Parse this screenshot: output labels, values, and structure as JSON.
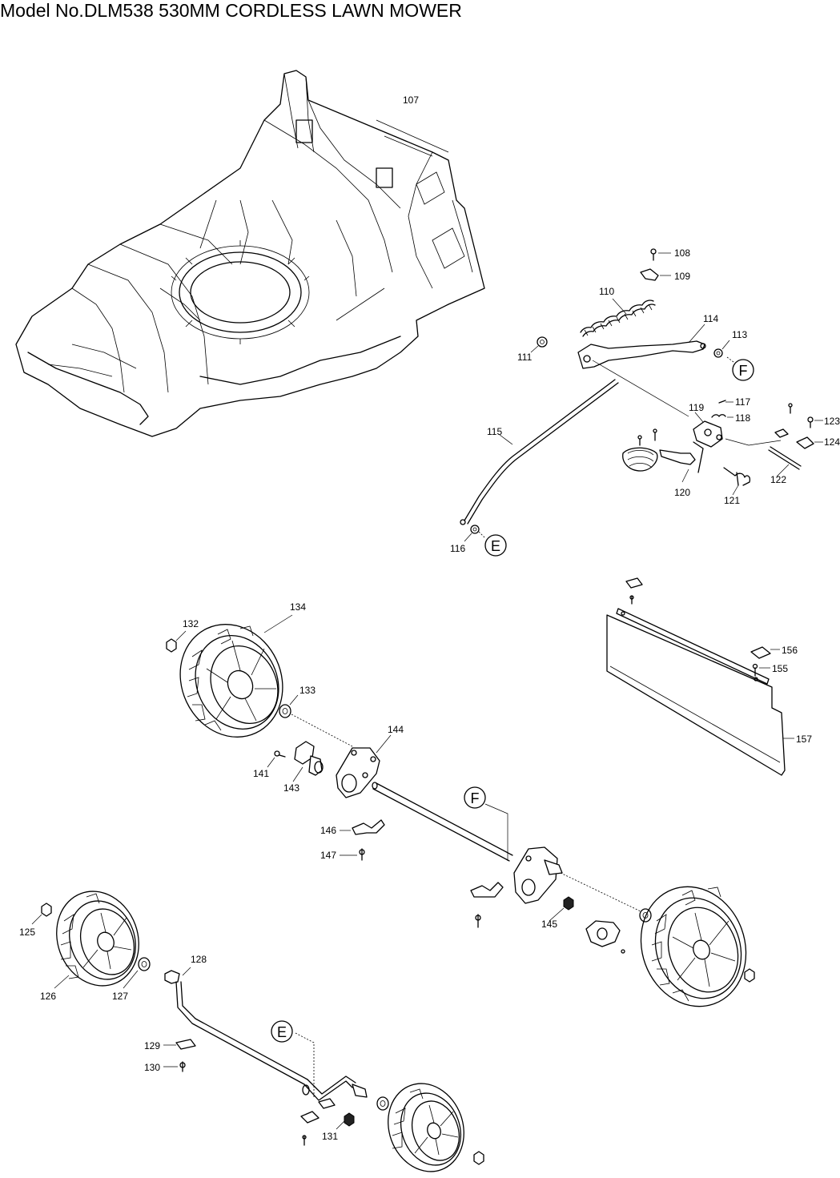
{
  "title": "Model No.DLM538 530MM CORDLESS LAWN MOWER",
  "callouts": {
    "p107": "107",
    "p108": "108",
    "p109": "109",
    "p110": "110",
    "p111": "111",
    "p113": "113",
    "p114": "114",
    "p115": "115",
    "p116": "116",
    "p117": "117",
    "p118": "118",
    "p119": "119",
    "p120": "120",
    "p121": "121",
    "p122": "122",
    "p123": "123",
    "p124": "124",
    "p125": "125",
    "p126": "126",
    "p127": "127",
    "p128": "128",
    "p129": "129",
    "p130": "130",
    "p131": "131",
    "p132": "132",
    "p133": "133",
    "p134": "134",
    "p141": "141",
    "p143": "143",
    "p144": "144",
    "p145": "145",
    "p146": "146",
    "p147": "147",
    "p155": "155",
    "p156": "156",
    "p157": "157"
  },
  "refs": {
    "e1": "E",
    "e2": "E",
    "f1": "F",
    "f2": "F"
  }
}
